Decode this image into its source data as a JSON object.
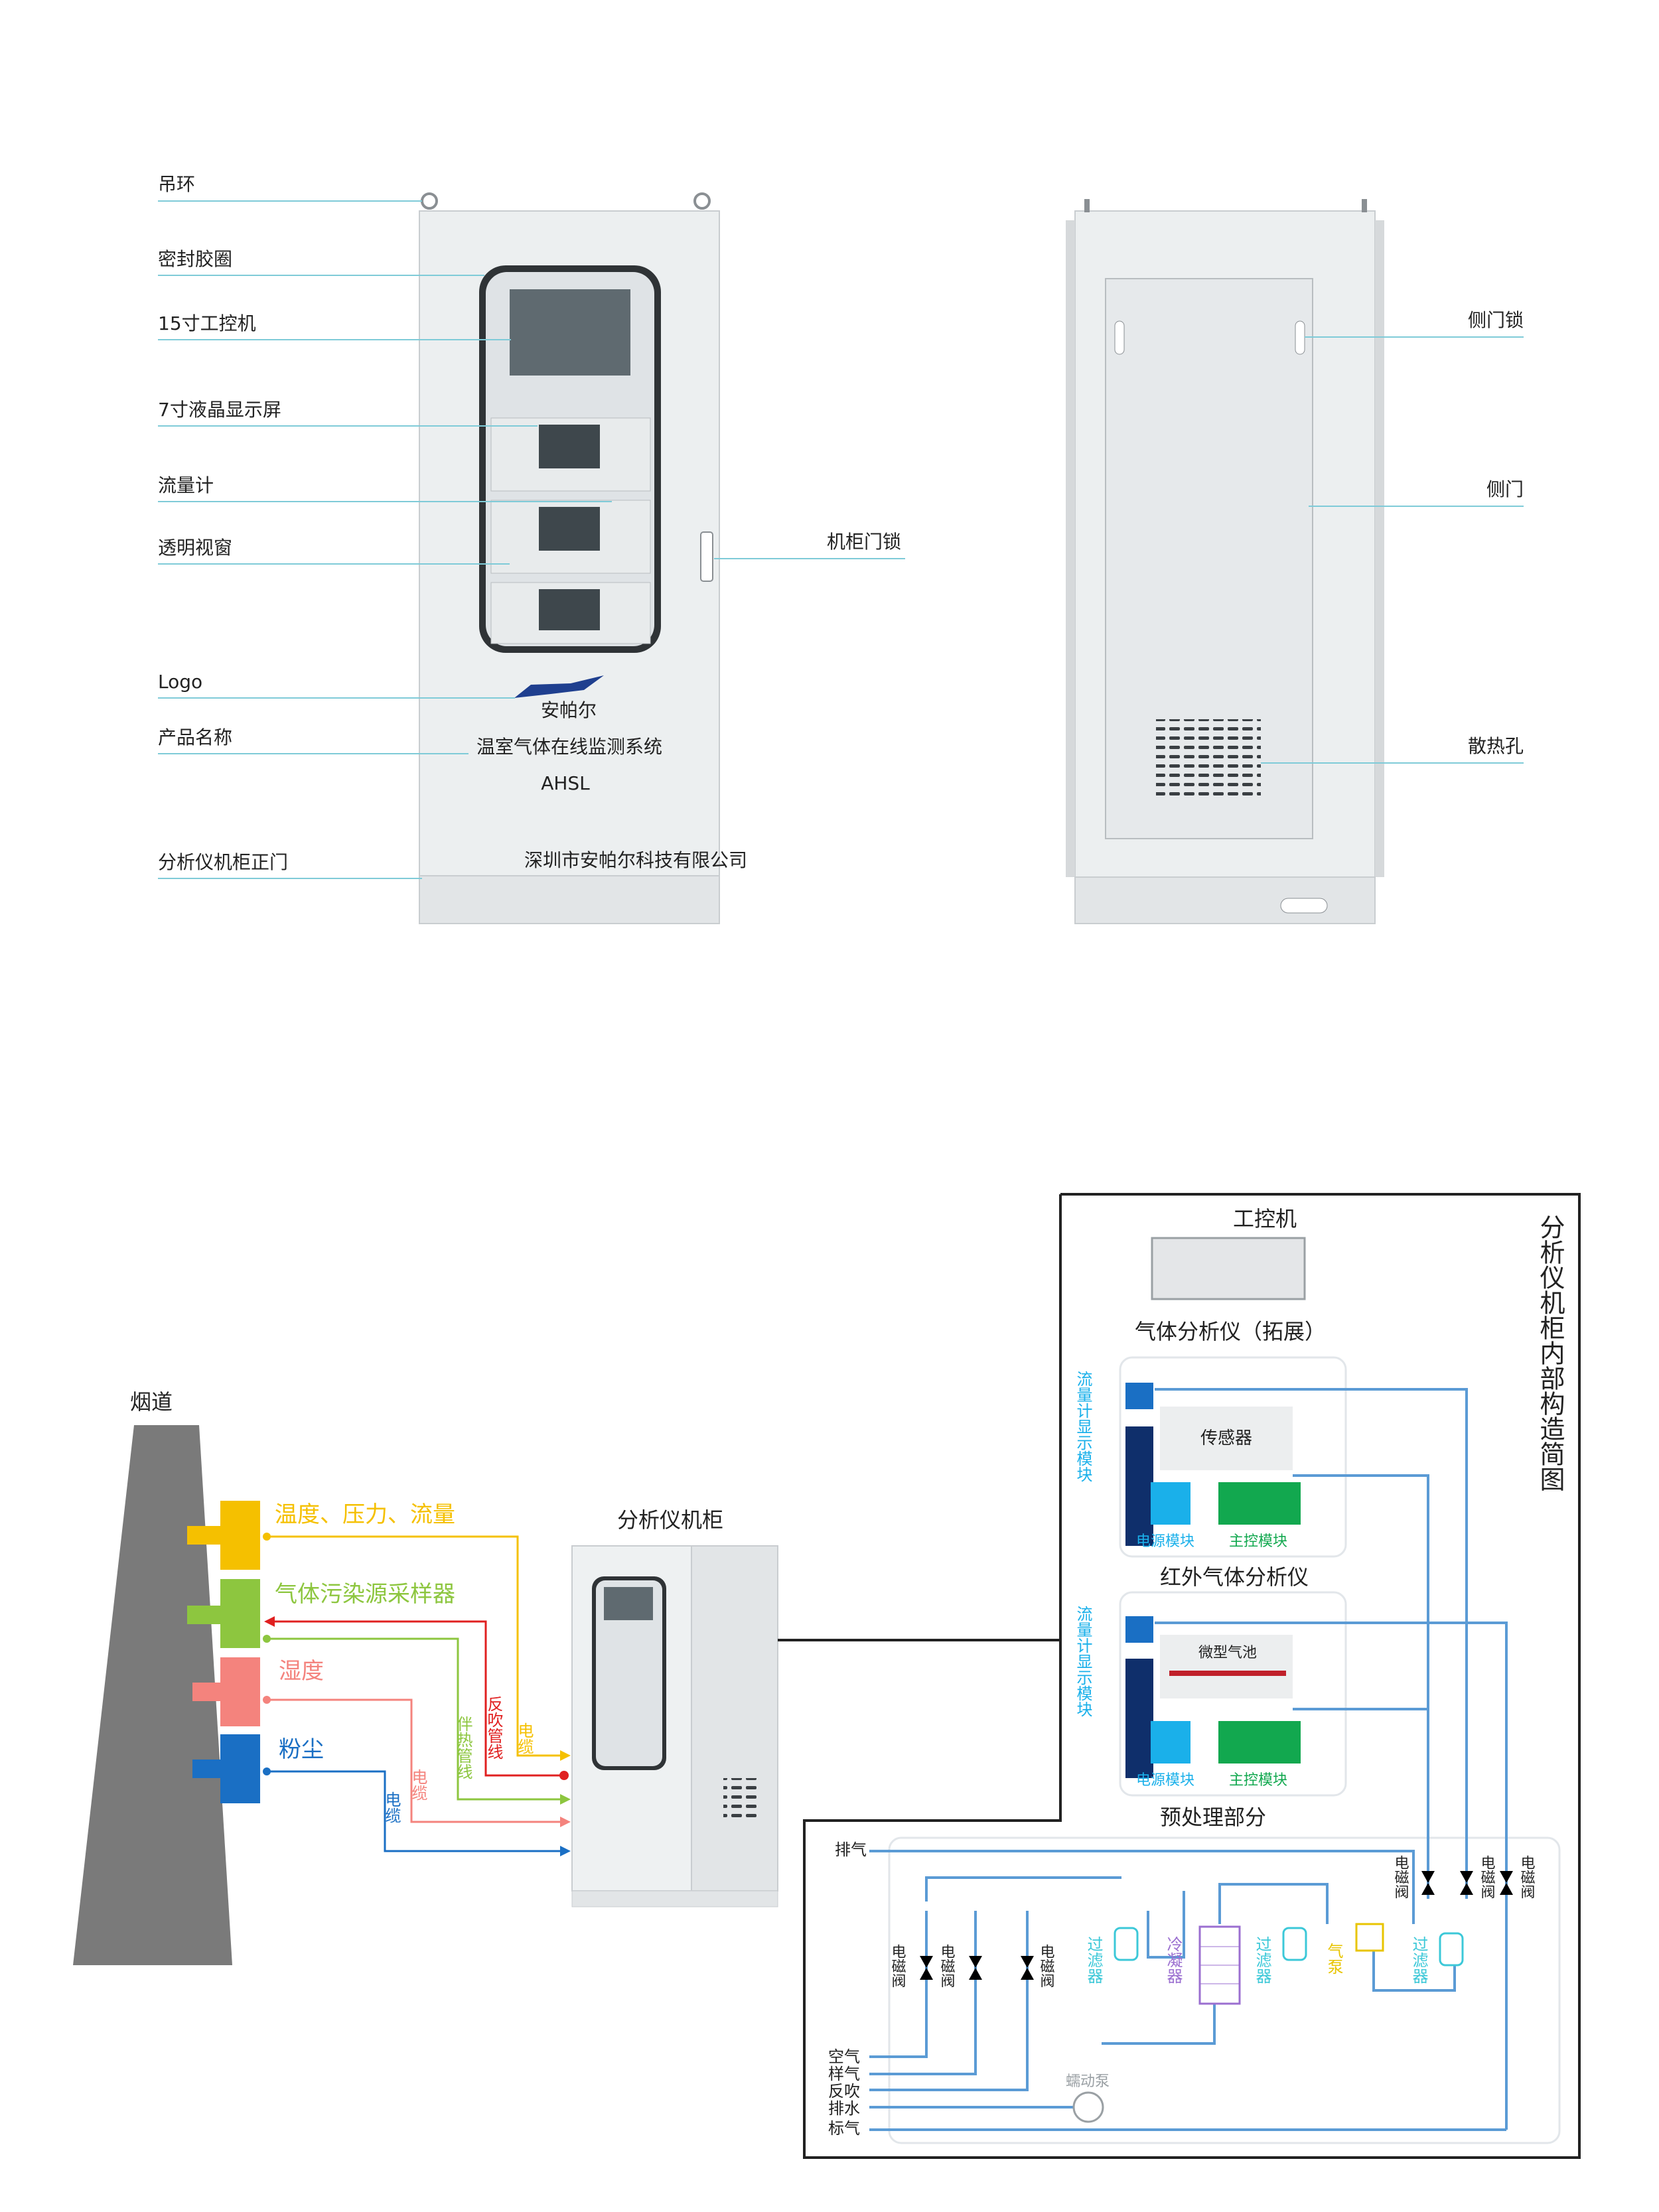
{
  "front_labels": [
    "吊环",
    "密封胶圈",
    "15寸工控机",
    "7寸液晶显示屏",
    "流量计",
    "透明视窗",
    "Logo",
    "产品名称",
    "分析仪机柜正门"
  ],
  "right_labels": [
    "侧门锁",
    "侧门",
    "散热孔"
  ],
  "door_lock_label": "机柜门锁",
  "brand": {
    "logo_text": "安帕尔",
    "product_name": "温室气体在线监测系统",
    "model": "AHSL",
    "company": "深圳市安帕尔科技有限公司"
  },
  "flue": {
    "title": "烟道"
  },
  "flue_connections": [
    {
      "label": "温度、压力、流量",
      "color": "#f5c000"
    },
    {
      "label": "气体污染源采样器",
      "color": "#8dc63f"
    },
    {
      "label": "湿度",
      "color": "#f4837d"
    },
    {
      "label": "粉尘",
      "color": "#1a6fc4"
    }
  ],
  "line_labels": {
    "cable_yellow": "电缆",
    "backblow": "反吹管线",
    "heat_trace": "伴热管线",
    "cable_red": "电缆",
    "cable_blue": "电缆"
  },
  "analyzer_cabinet_title": "分析仪机柜",
  "internal": {
    "title": "分析仪机柜内部构造简图",
    "ipc": "工控机",
    "gas_analyzer_ext": "气体分析仪（拓展）",
    "ir_analyzer": "红外气体分析仪",
    "pretreatment": "预处理部分",
    "flow_display": "流量计显示模块",
    "sensor": "传感器",
    "micro_cell": "微型气池",
    "power_module": "电源模块",
    "main_module": "主控模块",
    "solenoid": "电磁阀",
    "filter": "过滤器",
    "condenser": "冷凝器",
    "pump": "气泵",
    "peristaltic": "蠕动泵",
    "exhaust": "排气",
    "inlets": [
      "空气",
      "样气",
      "反吹",
      "排水",
      "标气"
    ]
  },
  "colors": {
    "leader": "#7fcbd8",
    "pipe": "#5b9bd5",
    "navy": "#0f2f6b",
    "cyan": "#1ab0ea",
    "green": "#12a84f",
    "filter_cyan": "#3cc8d8",
    "condenser_purple": "#9b6fd0",
    "pump_yellow": "#e8c400"
  }
}
